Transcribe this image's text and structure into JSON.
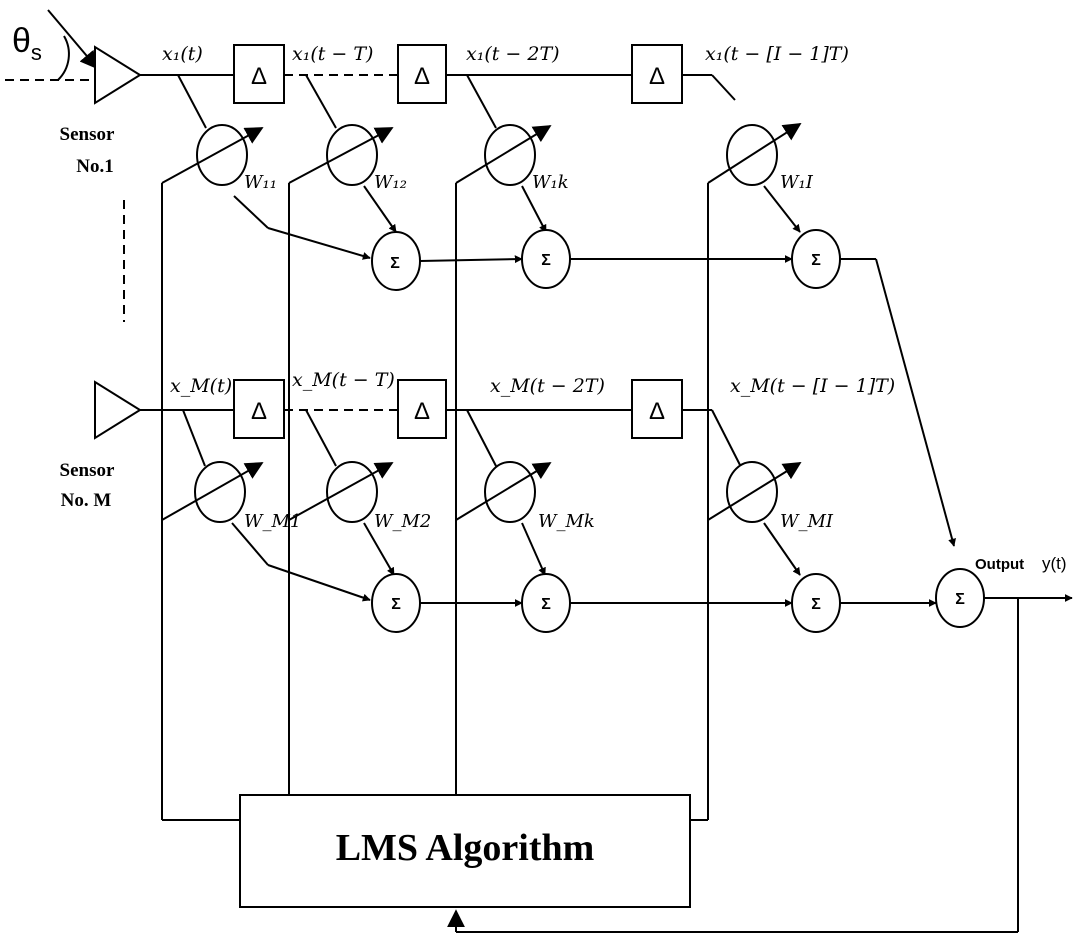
{
  "source_angle_label": "θ",
  "source_angle_subscript": "s",
  "sensor_1": {
    "line1": "Sensor",
    "line2": "No.1"
  },
  "sensor_m": {
    "line1": "Sensor",
    "line2": "No. M"
  },
  "delay_symbol": "Δ",
  "sum_symbol": "Σ",
  "taps_row1": [
    "x₁(t)",
    "x₁(t − T)",
    "x₁(t − 2T)",
    "x₁(t − [I − 1]T)"
  ],
  "taps_rowM": [
    "x_M(t)",
    "x_M(t − T)",
    "x_M(t − 2T)",
    "x_M(t − [I − 1]T)"
  ],
  "weights_row1": [
    "W₁₁",
    "W₁₂",
    "W₁k",
    "W₁I"
  ],
  "weights_rowM": [
    "W_M1",
    "W_M2",
    "W_Mk",
    "W_MI"
  ],
  "output_label": "Output",
  "output_signal": "y(t)",
  "lms_block": "LMS Algorithm"
}
